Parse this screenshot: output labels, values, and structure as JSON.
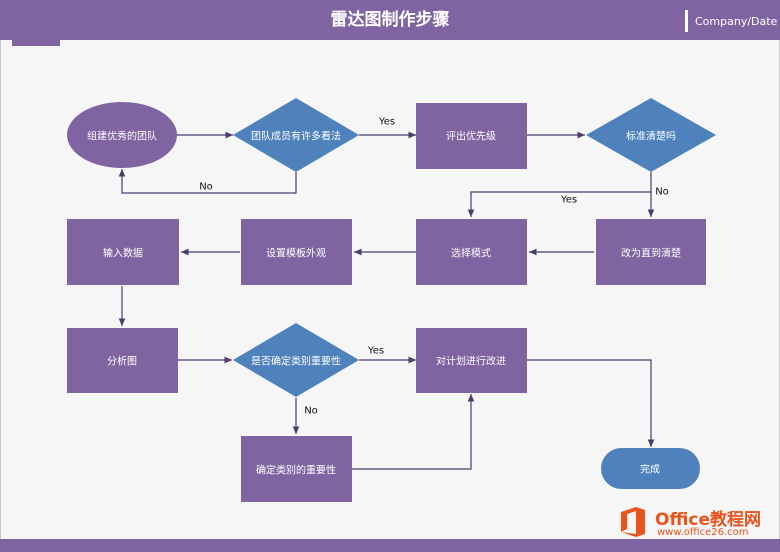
{
  "header": {
    "title": "雷达图制作步骤",
    "company": "Company/Date"
  },
  "colors": {
    "purple": "#8064a2",
    "blue_diamond": "#4f81bd",
    "end_oval": "#4f81bd",
    "connector": "#4a3d6b",
    "logo": "#e8541c"
  },
  "nodes": {
    "team": "组建优秀的团队",
    "views": "团队成员有许多看法",
    "priority": "评出优先级",
    "clear": "标准清楚吗",
    "fix": "改为直到清楚",
    "pattern": "选择模式",
    "template": "设置模板外观",
    "input": "输入数据",
    "analyze": "分析图",
    "category": "是否确定类别重要性",
    "improve": "对计划进行改进",
    "confirm": "确定类别的重要性",
    "done": "完成"
  },
  "edges": {
    "views_yes": "Yes",
    "views_no": "No",
    "clear_yes": "Yes",
    "clear_no": "No",
    "category_yes": "Yes",
    "category_no": "No"
  },
  "logo": {
    "main": "Office教程网",
    "sub": "www.office26.com"
  }
}
